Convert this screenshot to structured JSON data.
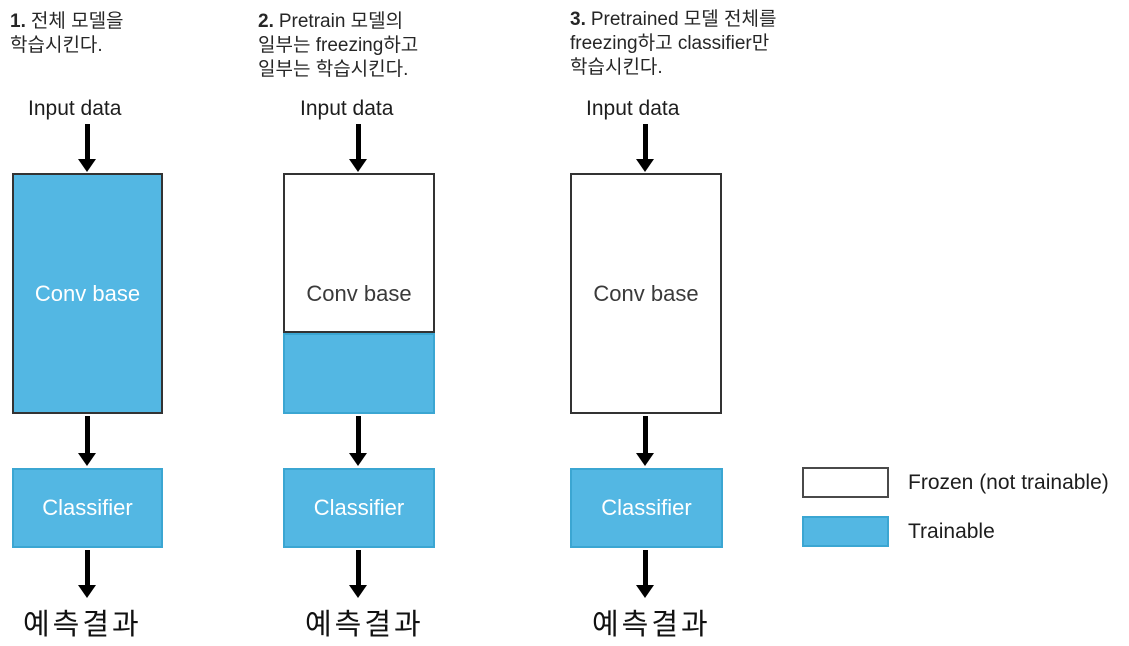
{
  "colors": {
    "trainable": "#53B7E3",
    "trainable_border": "#3BA6D2",
    "frozen": "#FFFFFF",
    "box_border": "#333333",
    "arrow": "#000000",
    "text": "#262626"
  },
  "columns": [
    {
      "header": {
        "number": "1.",
        "line1": "전체 모델을",
        "line2": "학습시킨다.",
        "line3": ""
      },
      "input_label": "Input data",
      "conv_base": {
        "label": "Conv base",
        "state": "trainable"
      },
      "classifier": {
        "label": "Classifier",
        "state": "trainable"
      },
      "output_label": "예측결과"
    },
    {
      "header": {
        "number": "2.",
        "line1": "Pretrain 모델의",
        "line2": "일부는 freezing하고",
        "line3": "일부는 학습시킨다."
      },
      "input_label": "Input data",
      "conv_base": {
        "label": "Conv base",
        "state": "partial"
      },
      "classifier": {
        "label": "Classifier",
        "state": "trainable"
      },
      "output_label": "예측결과"
    },
    {
      "header": {
        "number": "3.",
        "line1": "Pretrained 모델 전체를",
        "line2": "freezing하고 classifier만",
        "line3": "학습시킨다."
      },
      "input_label": "Input data",
      "conv_base": {
        "label": "Conv base",
        "state": "frozen"
      },
      "classifier": {
        "label": "Classifier",
        "state": "trainable"
      },
      "output_label": "예측결과"
    }
  ],
  "legend": {
    "frozen_label": "Frozen (not trainable)",
    "trainable_label": "Trainable"
  }
}
